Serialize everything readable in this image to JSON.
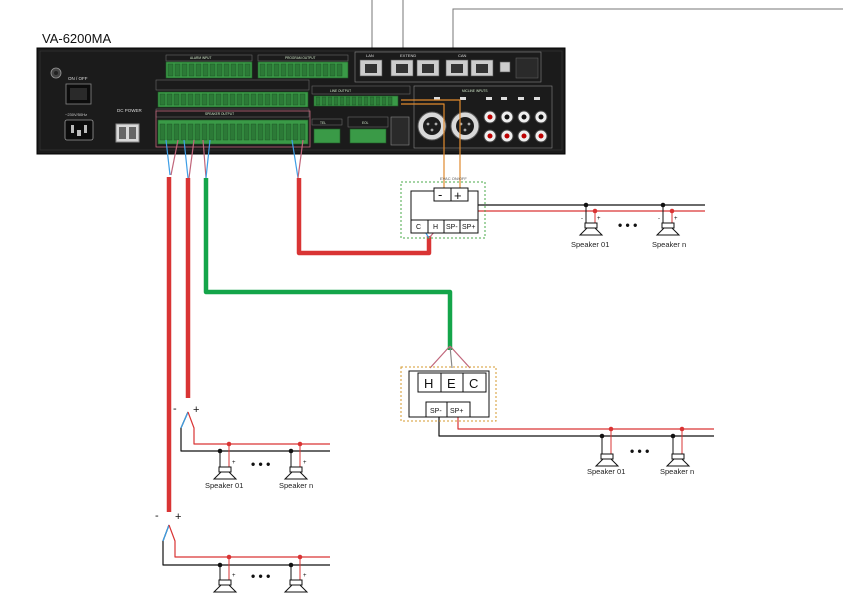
{
  "device": {
    "model": "VA-6200MA",
    "panel_labels": {
      "power": "ON / OFF",
      "mains": "~230V/50Hz",
      "dc_power": "DC POWER",
      "lan": "LAN",
      "extend": "EXTEND",
      "can": "CAN",
      "mic_inputs": "MICLINE INPUTS",
      "line_out": "LINE OUTPUT",
      "audio_out": "PROGRAM OUTPUT",
      "alarm_in": "ALARM INPUT",
      "speaker_out": "SPEAKER OUTPUT",
      "tel": "TEL",
      "eol": "EOL"
    }
  },
  "modules": {
    "volume_control": {
      "terminals_top": [
        "-",
        "+"
      ],
      "terminals_bottom": [
        "C",
        "H",
        "SP-",
        "SP+"
      ],
      "label": "EVAC ON/OFF"
    },
    "hec_box": {
      "terminals_top": [
        "H",
        "E",
        "C"
      ],
      "terminals_bottom": [
        "SP-",
        "SP+"
      ]
    }
  },
  "polarity": {
    "minus": "-",
    "plus": "+"
  },
  "speakers": {
    "first": "Speaker 01",
    "last": "Speaker n",
    "ellipsis": "• • •"
  },
  "colors": {
    "wire_red": "#d93434",
    "wire_green": "#14a54a",
    "wire_blue": "#3d9ee6",
    "wire_pink": "#c0657a",
    "wire_orange": "#e08a2e",
    "wire_gray": "#888888",
    "device_body": "#1c1c1c",
    "terminal_green": "#3a9a47",
    "box_green_dotted": "#4aa84a",
    "box_orange_dotted": "#d49a2e"
  }
}
